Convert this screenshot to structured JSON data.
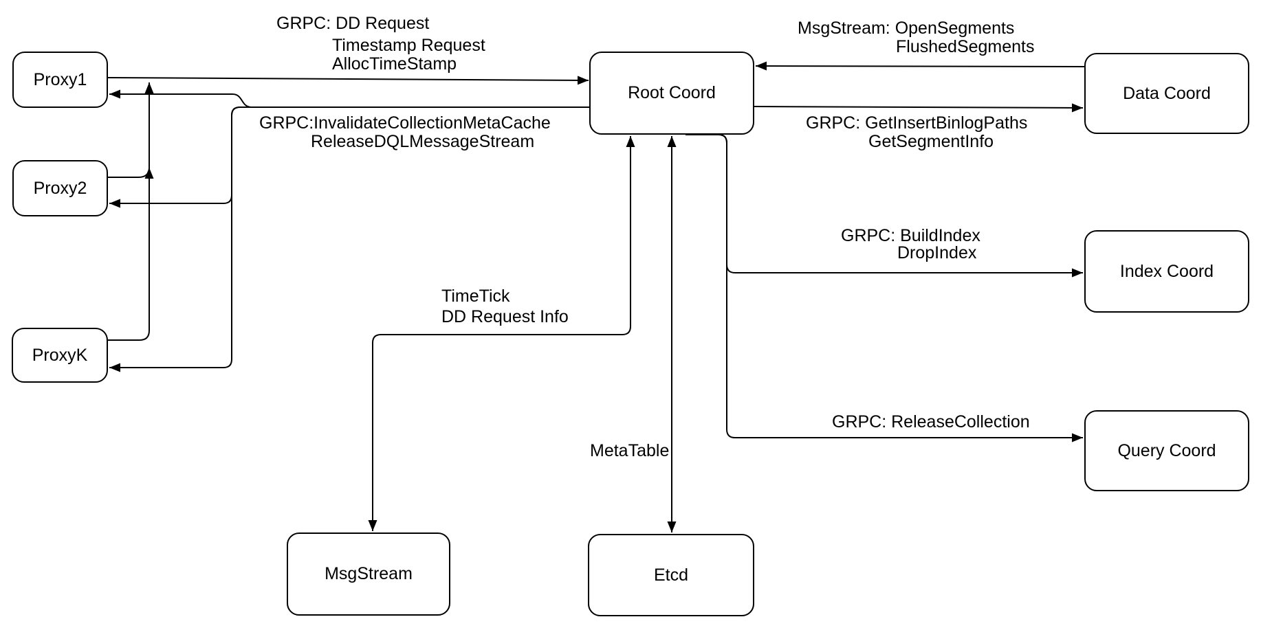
{
  "diagram": {
    "background_color": "#ffffff",
    "stroke_color": "#000000",
    "box_fill_color": "#ffffff",
    "text_color": "#000000",
    "nodes": {
      "proxy1": "Proxy1",
      "proxy2": "Proxy2",
      "proxyk": "ProxyK",
      "root_coord": "Root Coord",
      "data_coord": "Data Coord",
      "index_coord": "Index Coord",
      "query_coord": "Query Coord",
      "msgstream": "MsgStream",
      "etcd": "Etcd"
    },
    "edge_labels": {
      "proxies_to_root": [
        "GRPC: DD Request",
        "Timestamp Request",
        "AllocTimeStamp"
      ],
      "root_to_proxies": [
        "GRPC:InvalidateCollectionMetaCache",
        "ReleaseDQLMessageStream"
      ],
      "data_to_root": [
        "MsgStream: OpenSegments",
        "FlushedSegments"
      ],
      "root_to_data": [
        "GRPC: GetInsertBinlogPaths",
        "GetSegmentInfo"
      ],
      "root_to_index": [
        "GRPC: BuildIndex",
        "DropIndex"
      ],
      "root_to_query": [
        "GRPC: ReleaseCollection"
      ],
      "root_to_msgstream": [
        "TimeTick",
        "DD Request Info"
      ],
      "root_to_etcd": [
        "MetaTable"
      ]
    }
  }
}
